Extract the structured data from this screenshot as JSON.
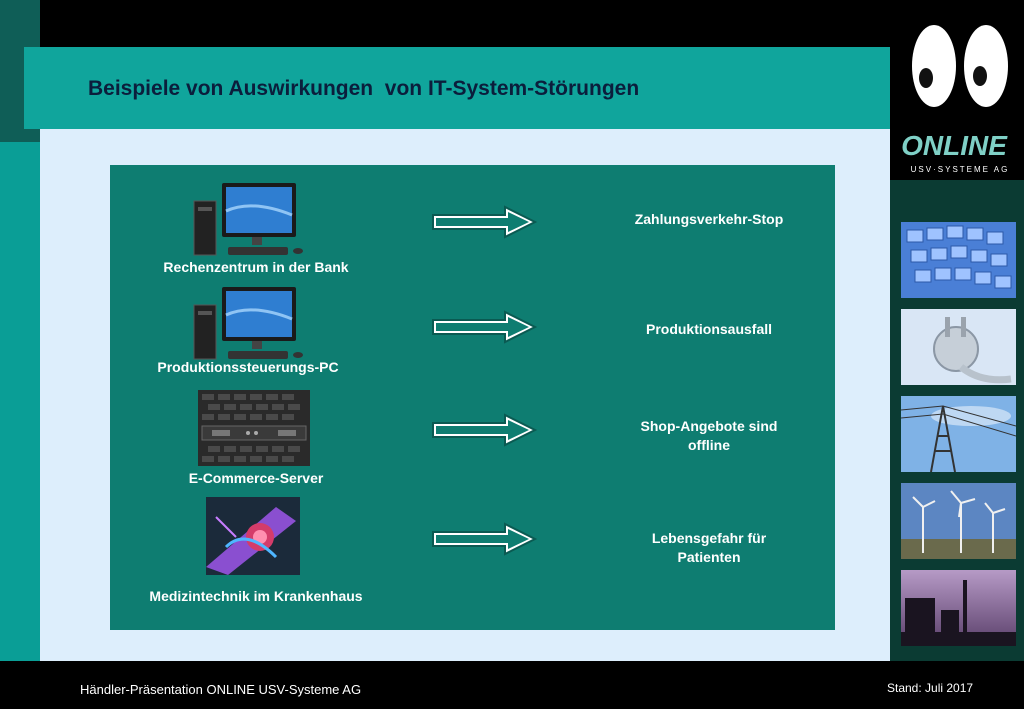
{
  "title": "Beispiele von Auswirkungen  von IT-System-Störungen",
  "rows": [
    {
      "source": "Rechenzentrum in der Bank",
      "effect_line1": "Zahlungsverkehr-Stop",
      "effect_line2": ""
    },
    {
      "source": "Produktionssteuerungs-PC",
      "effect_line1": "Produktionsausfall",
      "effect_line2": ""
    },
    {
      "source": "E-Commerce-Server",
      "effect_line1": "Shop-Angebote sind",
      "effect_line2": "offline"
    },
    {
      "source": "Medizintechnik im Krankenhaus",
      "effect_line1": "Lebensgefahr für",
      "effect_line2": "Patienten"
    }
  ],
  "footer": {
    "left": "Händler-Präsentation ONLINE USV-Systeme AG",
    "right": "Stand: Juli 2017"
  },
  "logo": {
    "brand": "ONLINE",
    "tagline": "USV·SYSTEME AG"
  },
  "icons": {
    "row1": "desktop-computer-icon",
    "row2": "desktop-computer-icon",
    "row3": "server-rack-icon",
    "row4": "medical-device-icon",
    "arrow": "right-arrow-icon"
  },
  "sidebar_photos": [
    "keyboard-photo",
    "power-plug-photo",
    "power-line-photo",
    "wind-turbines-photo",
    "industrial-sunset-photo"
  ],
  "colors": {
    "title_bar": "#10a59c",
    "panel": "#0e7d71",
    "content_bg": "#ddeefc",
    "title_text": "#0b1e3c"
  }
}
